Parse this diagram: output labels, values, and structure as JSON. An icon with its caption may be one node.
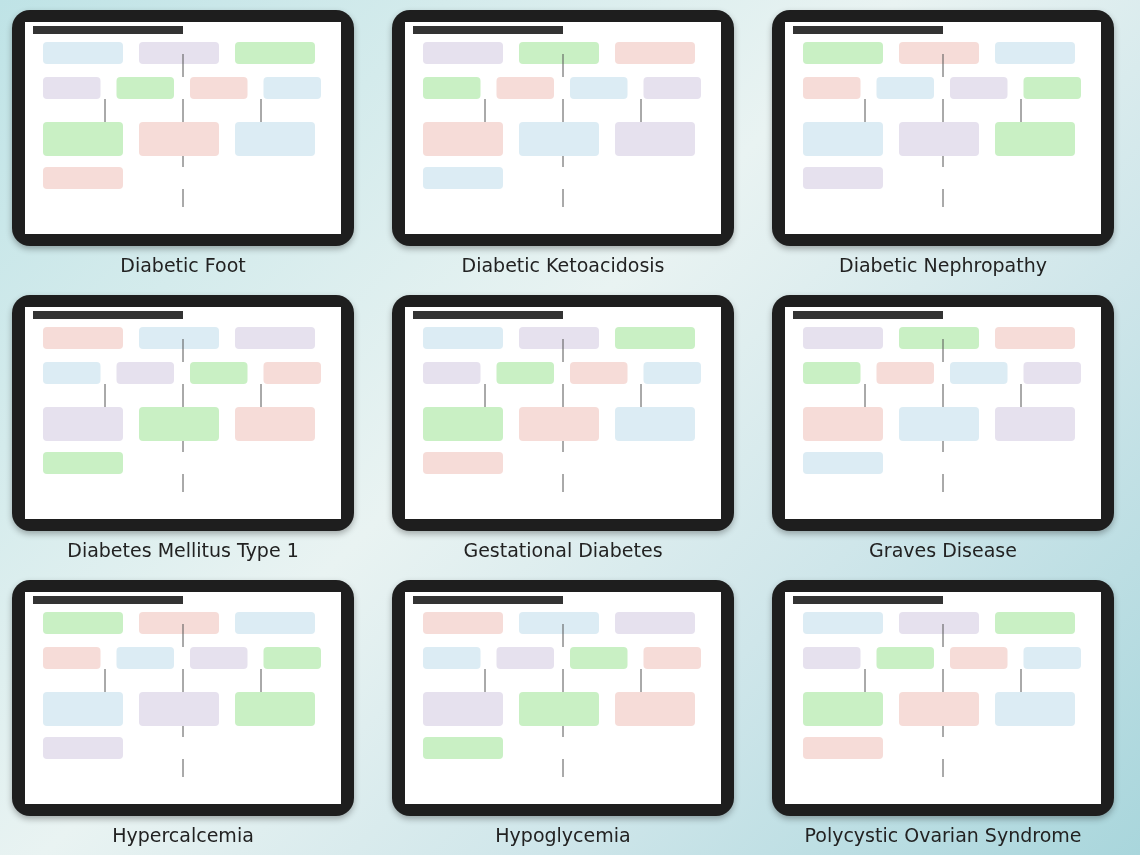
{
  "diagram": {
    "labels": [
      "Diabetic Foot",
      "Diabetic Ketoacidosis",
      "Diabetic Nephropathy",
      "Diabetes Mellitus Type 1",
      "Gestational Diabetes",
      "Graves Disease",
      "Hypercalcemia",
      "Hypoglycemia",
      "Polycystic Ovarian Syndrome"
    ]
  }
}
